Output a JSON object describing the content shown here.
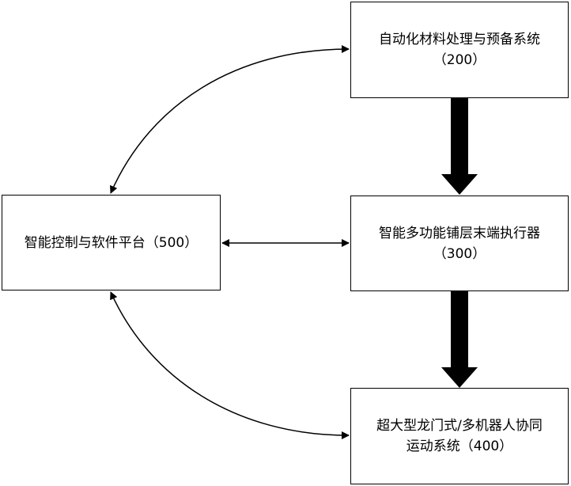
{
  "nodes": {
    "n200": {
      "line1": "自动化材料处理与预备系统",
      "line2": "（200）"
    },
    "n300": {
      "line1": "智能多功能铺层末端执行器",
      "line2": "（300）"
    },
    "n400": {
      "line1": "超大型龙门式/多机器人协同",
      "line2": "运动系统（400）"
    },
    "n500": {
      "line1": "智能控制与软件平台（500）"
    }
  },
  "colors": {
    "line": "#000000",
    "background": "#ffffff"
  }
}
